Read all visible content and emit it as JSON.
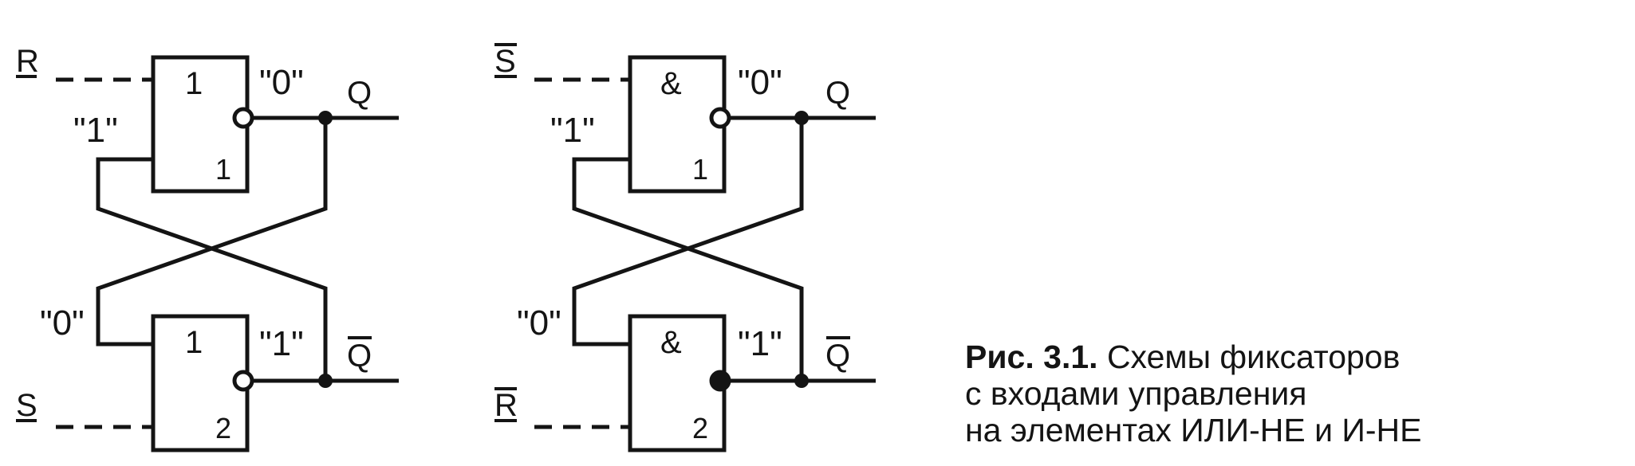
{
  "latches": [
    {
      "id": "nor",
      "top_gate": {
        "function": "1",
        "pin": "1",
        "input_label": "R",
        "input_overbar": false,
        "input_state": "\"1\"",
        "output_state": "\"0\"",
        "output_label": "Q",
        "output_overbar": false
      },
      "bottom_gate": {
        "function": "1",
        "pin": "2",
        "input_label": "S",
        "input_overbar": false,
        "input_state": "\"0\"",
        "output_state": "\"1\"",
        "output_label": "Q",
        "output_overbar": true
      }
    },
    {
      "id": "nand",
      "top_gate": {
        "function": "&",
        "pin": "1",
        "input_label": "S",
        "input_overbar": true,
        "input_state": "\"1\"",
        "output_state": "\"0\"",
        "output_label": "Q",
        "output_overbar": false
      },
      "bottom_gate": {
        "function": "&",
        "pin": "2",
        "input_label": "R",
        "input_overbar": true,
        "input_state": "\"0\"",
        "output_state": "\"1\"",
        "output_label": "Q",
        "output_overbar": true
      }
    }
  ],
  "caption": {
    "figure_number": "Рис. 3.1.",
    "lines": [
      "Схемы фиксаторов",
      "с входами управления",
      "на элементах ИЛИ-НЕ и И-НЕ"
    ]
  }
}
